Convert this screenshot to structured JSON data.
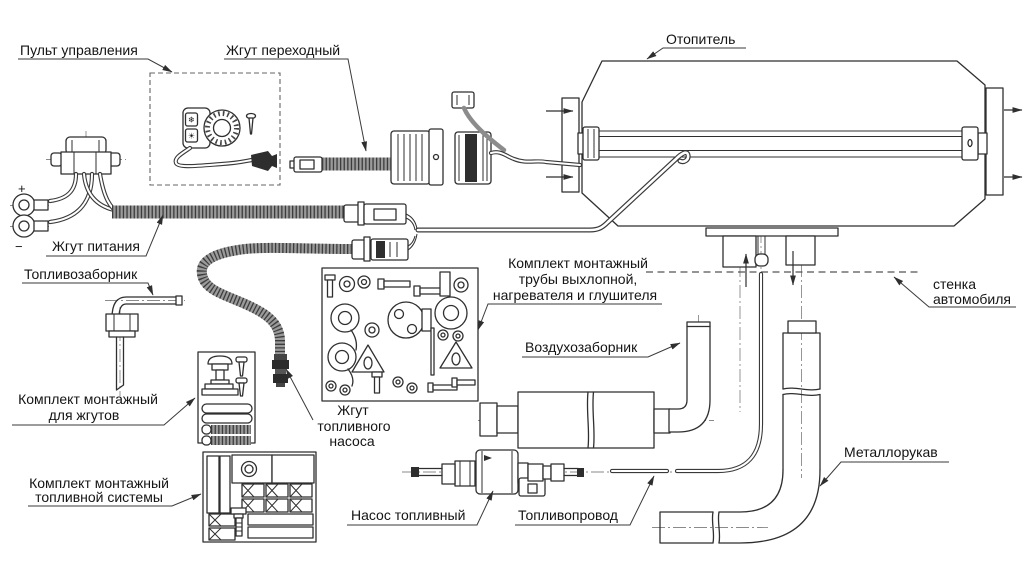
{
  "labels": {
    "control_panel": "Пульт управления",
    "adapter_harness": "Жгут переходный",
    "heater": "Отопитель",
    "power_harness": "Жгут питания",
    "fuel_intake": "Топливозаборник",
    "harness_kit_1": "Комплект монтажный",
    "harness_kit_2": "для жгутов",
    "fuel_system_kit_1": "Комплект монтажный",
    "fuel_system_kit_2": "топливной системы",
    "pump_harness_1": "Жгут",
    "pump_harness_2": "топливного",
    "pump_harness_3": "насоса",
    "exhaust_kit_1": "Комплект монтажный",
    "exhaust_kit_2": "трубы выхлопной,",
    "exhaust_kit_3": "нагревателя и глушителя",
    "air_intake": "Воздухозаборник",
    "vehicle_wall_1": "стенка",
    "vehicle_wall_2": "автомобиля",
    "metal_hose": "Металлорукав",
    "fuel_pump": "Насос топливный",
    "fuel_line": "Топливопровод",
    "plus": "+",
    "minus": "−"
  },
  "icons": {
    "snowflake_button": "❄",
    "heat_button": "☀"
  },
  "colors": {
    "line": "#2f2f2f",
    "background": "#ffffff",
    "dark_part": "#2e2e2e",
    "corrugation_base": "#9a9a9a"
  }
}
